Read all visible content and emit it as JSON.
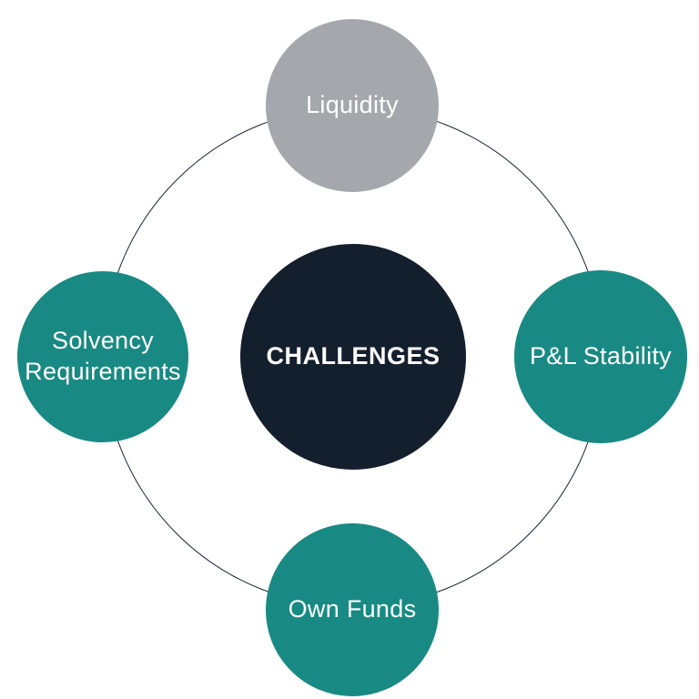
{
  "diagram": {
    "title": "Challenges diagram",
    "center": {
      "label": "CHALLENGES",
      "color": "#141f2e"
    },
    "nodes": [
      {
        "id": "liquidity",
        "label": "Liquidity",
        "position": "top",
        "color": "#a4a8ac"
      },
      {
        "id": "pl-stability",
        "label": "P&L Stability",
        "position": "right",
        "color": "#188a83"
      },
      {
        "id": "own-funds",
        "label": "Own Funds",
        "position": "bottom",
        "color": "#188a83"
      },
      {
        "id": "solvency-requirements",
        "label": "Solvency Requirements",
        "position": "left",
        "color": "#188a83"
      }
    ],
    "colors": {
      "background": "#ffffff",
      "ring_stroke": "#1b2637",
      "text": "#ffffff",
      "teal": "#188a83",
      "gray": "#a4a8ac",
      "navy": "#141f2e"
    }
  }
}
